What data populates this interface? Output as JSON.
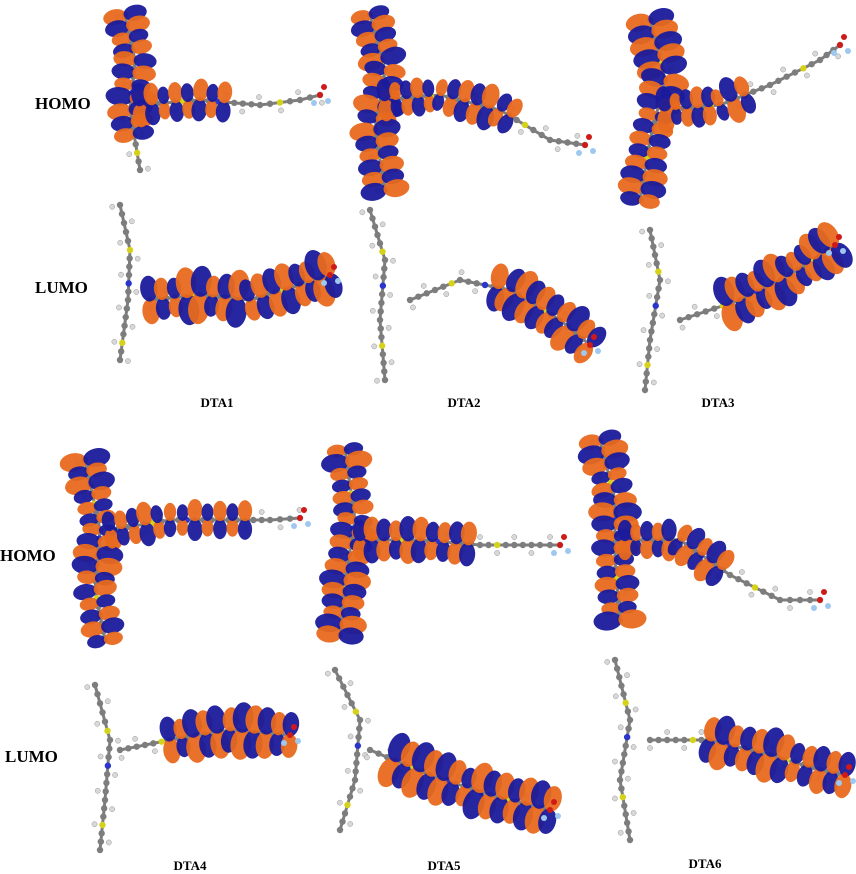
{
  "row_labels": {
    "homo": "HOMO",
    "lumo": "LUMO"
  },
  "molecules": [
    {
      "name": "DTA1"
    },
    {
      "name": "DTA2"
    },
    {
      "name": "DTA3"
    },
    {
      "name": "DTA4"
    },
    {
      "name": "DTA5"
    },
    {
      "name": "DTA6"
    }
  ],
  "colors": {
    "orbital_positive": "#e8691e",
    "orbital_negative": "#1a1a9c",
    "carbon": "#7d7d7d",
    "hydrogen": "#d8d8d8",
    "nitrogen": "#2a35c9",
    "sulfur": "#d6d21a",
    "oxygen": "#d01a1a",
    "fluorine": "#9ec8f0"
  }
}
